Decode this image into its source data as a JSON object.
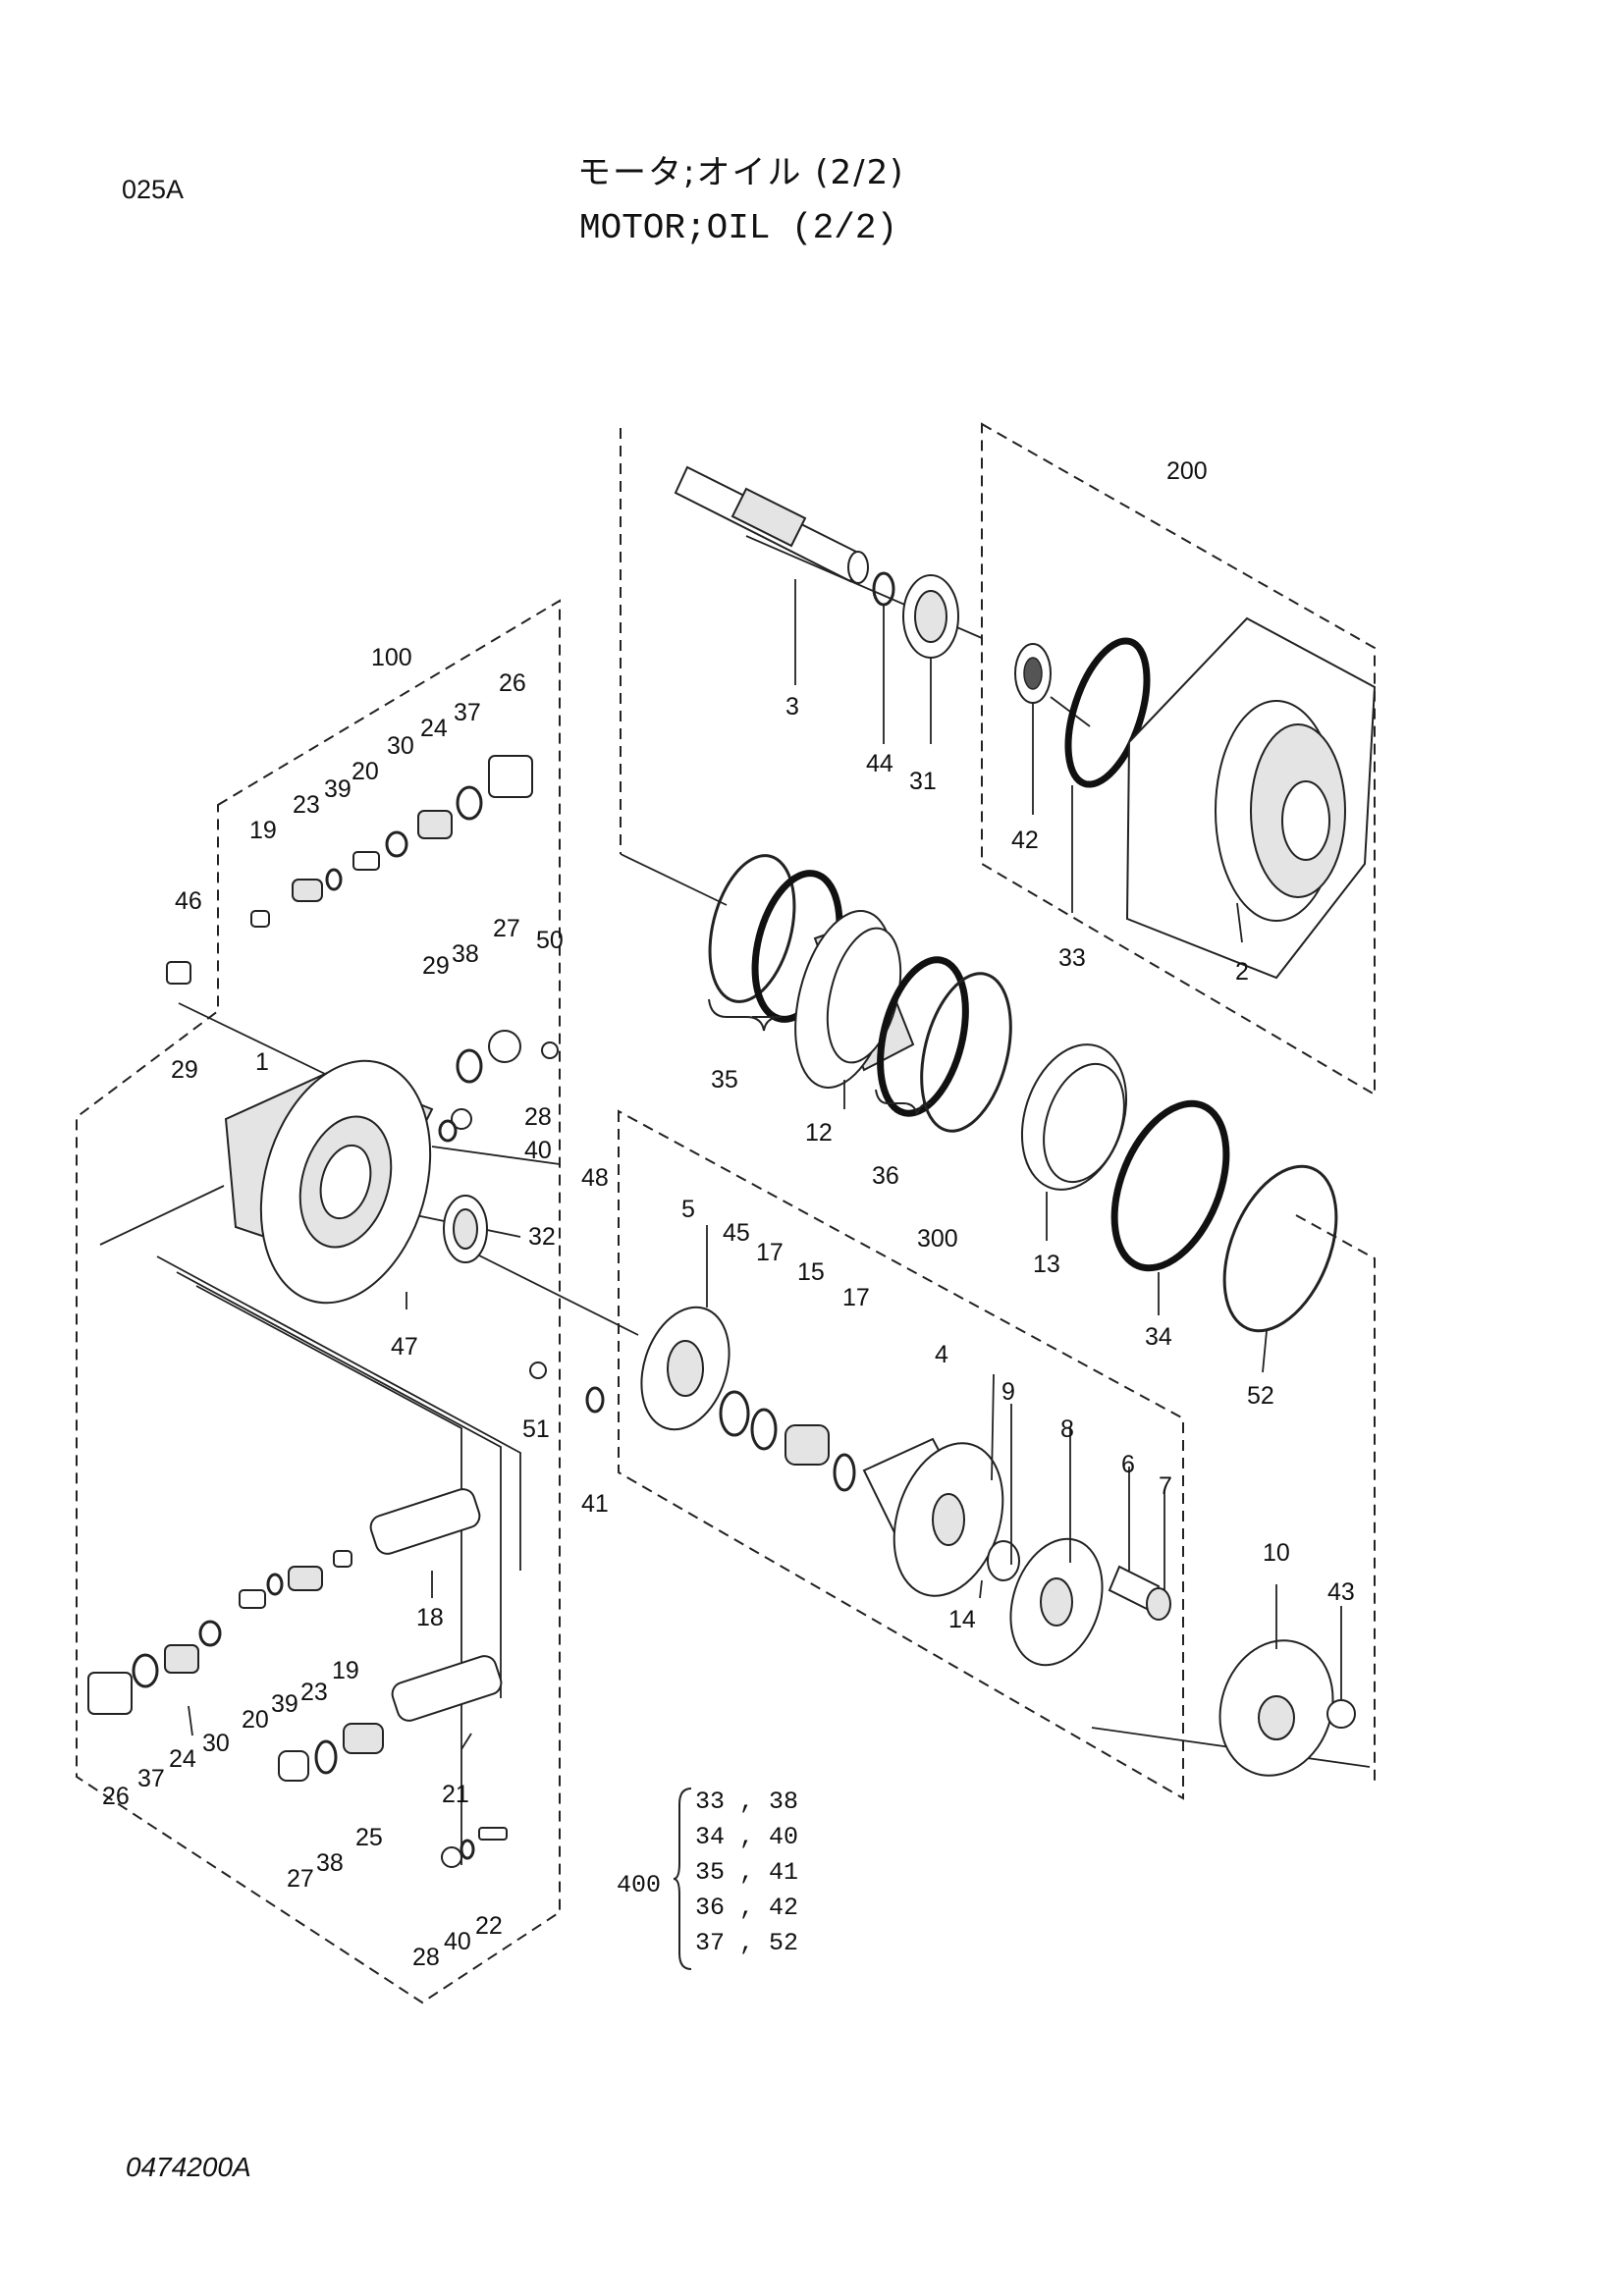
{
  "header": {
    "code": "025A",
    "title_jp": "モータ;オイル (2/2)",
    "title_en": "MOTOR;OIL (2/2)"
  },
  "footer": {
    "code": "0474200A"
  },
  "callouts": {
    "n1": "1",
    "n2": "2",
    "n3": "3",
    "n4": "4",
    "n5": "5",
    "n6": "6",
    "n7": "7",
    "n8": "8",
    "n9": "9",
    "n10": "10",
    "n12": "12",
    "n13": "13",
    "n14": "14",
    "n15": "15",
    "n17a": "17",
    "n17b": "17",
    "n18": "18",
    "n19a": "19",
    "n19b": "19",
    "n20a": "20",
    "n20b": "20",
    "n21": "21",
    "n22": "22",
    "n23a": "23",
    "n23b": "23",
    "n24a": "24",
    "n24b": "24",
    "n25": "25",
    "n26a": "26",
    "n26b": "26",
    "n27a": "27",
    "n27b": "27",
    "n28a": "28",
    "n28b": "28",
    "n29a": "29",
    "n29b": "29",
    "n30a": "30",
    "n30b": "30",
    "n31": "31",
    "n32": "32",
    "n33": "33",
    "n34": "34",
    "n35": "35",
    "n36": "36",
    "n37a": "37",
    "n37b": "37",
    "n38a": "38",
    "n38b": "38",
    "n39a": "39",
    "n39b": "39",
    "n40a": "40",
    "n40b": "40",
    "n41": "41",
    "n42": "42",
    "n43": "43",
    "n44": "44",
    "n45": "45",
    "n46": "46",
    "n47": "47",
    "n48": "48",
    "n50": "50",
    "n51": "51",
    "n52": "52",
    "n100": "100",
    "n200": "200",
    "n300": "300"
  },
  "seal_kit": {
    "label": "400",
    "rows": [
      "33 , 38",
      "34 , 40",
      "35 , 41",
      "36 , 42",
      "37 , 52"
    ]
  }
}
